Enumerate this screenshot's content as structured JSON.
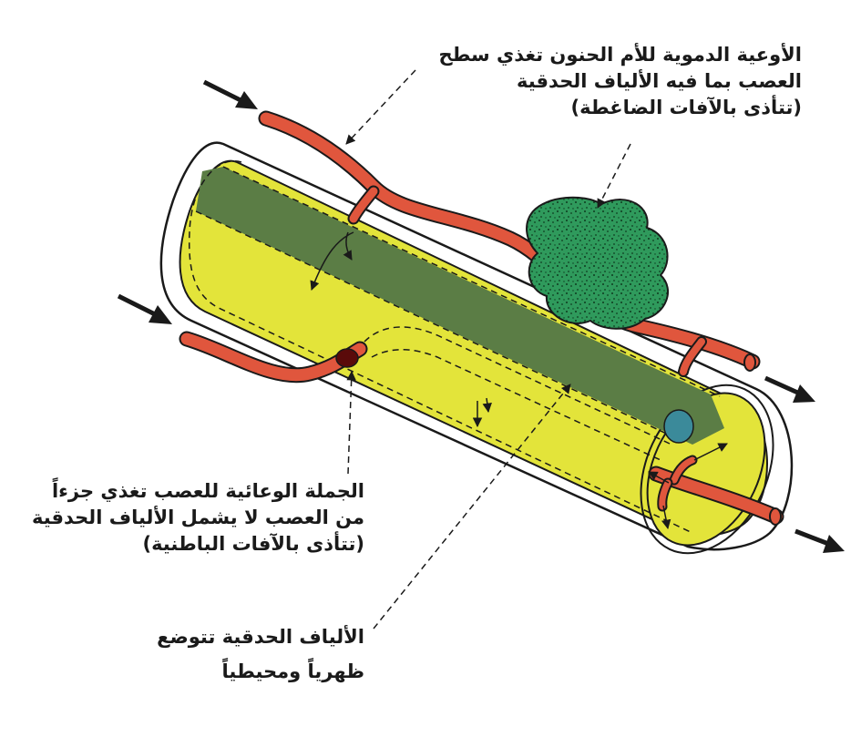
{
  "labels": {
    "surface_vessels": {
      "line1": "الأوعية الدموية للأم الحنون تغذي سطح",
      "line2": "العصب بما فيه الألياف الحدقية",
      "line3": "(تتأذى بالآفات الضاغطة)"
    },
    "vasa_nervorum": {
      "line1": "الجملة الوعائية للعصب تغذي جزءاً",
      "line2": "من العصب لا يشمل الألياف الحدقية",
      "line3": "(تتأذى بالآفات الباطنية)"
    },
    "pupillary_fibers": {
      "line1": "الألياف الحدقية تتوضع",
      "line2": "ظهرياً ومحيطياً"
    }
  },
  "colors": {
    "nerve_core": "#e3e43a",
    "pupillary_fibers": "#5b7d45",
    "vessel": "#e0563d",
    "vessel_outline": "#1a1a1a",
    "mass": "#2f9a5c",
    "mass_dots": "#0d3b1f",
    "blue_spot": "#3b8a9a",
    "dark_spot": "#5a0a0a",
    "sheath": "#ffffff"
  },
  "icons": [
    "flow-arrow-icon",
    "stipple-mass-icon"
  ]
}
